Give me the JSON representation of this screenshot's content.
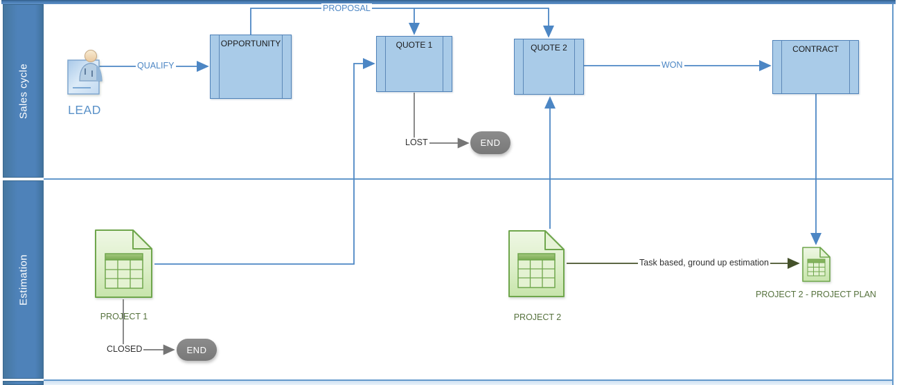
{
  "diagram": {
    "type": "cross-functional-flowchart",
    "lanes": [
      {
        "label": "Sales cycle"
      },
      {
        "label": "Estimation"
      }
    ],
    "nodes": {
      "lead": {
        "label": "LEAD",
        "shape": "person-icon",
        "lane": "Sales cycle"
      },
      "opportunity": {
        "label": "OPPORTUNITY",
        "shape": "subprocess",
        "lane": "Sales cycle"
      },
      "quote1": {
        "label": "QUOTE 1",
        "shape": "subprocess",
        "lane": "Sales cycle"
      },
      "quote2": {
        "label": "QUOTE 2",
        "shape": "subprocess",
        "lane": "Sales cycle"
      },
      "contract": {
        "label": "CONTRACT",
        "shape": "subprocess",
        "lane": "Sales cycle"
      },
      "end_sales": {
        "label": "END",
        "shape": "terminator",
        "lane": "Sales cycle"
      },
      "project1": {
        "label": "PROJECT 1",
        "shape": "document-icon",
        "lane": "Estimation"
      },
      "project2": {
        "label": "PROJECT 2",
        "shape": "document-icon",
        "lane": "Estimation"
      },
      "project2_plan": {
        "label": "PROJECT 2 - PROJECT PLAN",
        "shape": "document-icon",
        "lane": "Estimation"
      },
      "end_estimation": {
        "label": "END",
        "shape": "terminator",
        "lane": "Estimation"
      }
    },
    "edges": {
      "qualify": {
        "label": "QUALIFY",
        "from": "lead",
        "to": "opportunity",
        "color": "blue"
      },
      "proposal": {
        "label": "PROPOSAL",
        "from": "opportunity",
        "to": "quote1, quote2",
        "color": "blue"
      },
      "won": {
        "label": "WON",
        "from": "quote2",
        "to": "contract",
        "color": "blue"
      },
      "lost": {
        "label": "LOST",
        "from": "quote1",
        "to": "end_sales",
        "color": "gray"
      },
      "closed": {
        "label": "CLOSED",
        "from": "project1",
        "to": "end_estimation",
        "color": "gray"
      },
      "task_based": {
        "label": "Task based, ground up estimation",
        "from": "project2",
        "to": "project2_plan",
        "color": "olive"
      },
      "project1_to_quote1": {
        "label": "",
        "from": "project1",
        "to": "quote1",
        "color": "blue"
      },
      "project2_to_quote2": {
        "label": "",
        "from": "project2",
        "to": "quote2",
        "color": "blue"
      },
      "contract_to_plan": {
        "label": "",
        "from": "contract",
        "to": "project2_plan",
        "color": "blue"
      }
    },
    "colors": {
      "lane_header": "#4b7eb6",
      "box_fill": "#a9cbe8",
      "box_border": "#4e81b8",
      "connector_blue": "#4c86c4",
      "connector_gray": "#757575",
      "connector_olive": "#44512a",
      "document_border": "#6fa64c",
      "document_fill": "#d9eec4",
      "green_label": "#55713c",
      "terminator_fill": "#7d7d7d"
    }
  }
}
